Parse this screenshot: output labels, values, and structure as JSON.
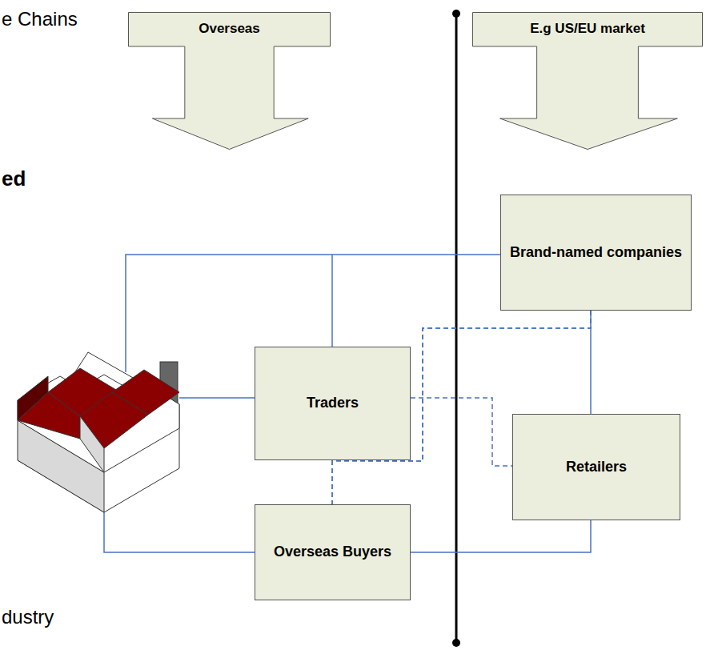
{
  "diagram": {
    "nodes": [
      {
        "text": [
          "Overseas"
        ]
      },
      {
        "text": [
          "E.g US/EU market"
        ]
      },
      {
        "text": [
          "Brand-named companies"
        ]
      },
      {
        "text": [
          "Traders"
        ]
      },
      {
        "text": [
          "Retailers"
        ]
      },
      {
        "text": [
          "Overseas Buyers"
        ]
      }
    ],
    "edges": [
      {
        "from": 3,
        "to": 2,
        "arrow": "none"
      },
      {
        "from": 2,
        "to": 4,
        "arrow": "none"
      },
      {
        "from": 5,
        "to": 4,
        "arrow": "none"
      },
      {
        "from": 3,
        "to": 5,
        "arrow": "none"
      },
      {
        "from": 2,
        "to": 3,
        "arrow": "none"
      },
      {
        "from": 2,
        "to": 5,
        "arrow": "none"
      },
      {
        "from": 3,
        "to": 4,
        "arrow": "none"
      }
    ],
    "labels": [
      "e Chains",
      "ed",
      "dustry"
    ]
  }
}
